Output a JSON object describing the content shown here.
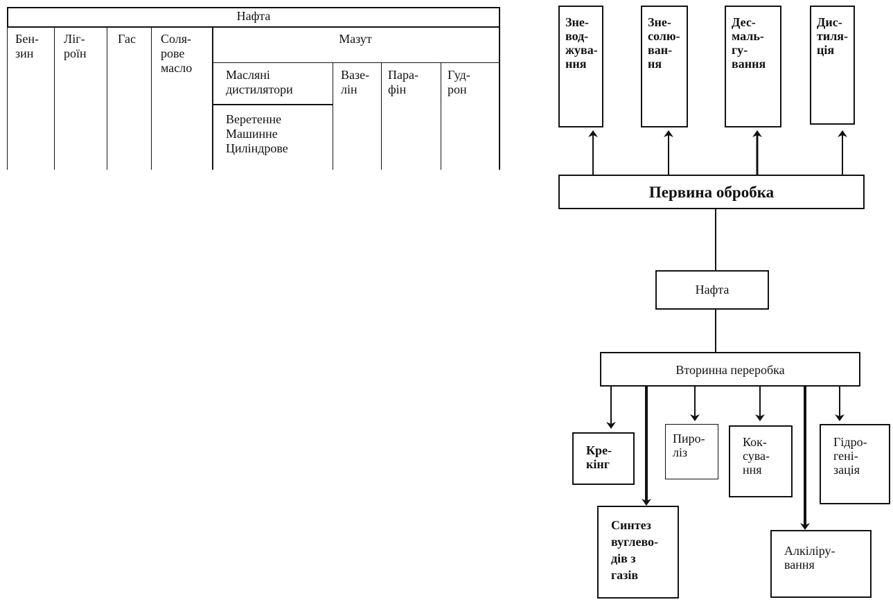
{
  "table": {
    "title": "Нафта",
    "col_benzin": "Бен-\nзин",
    "col_ligroin": "Лiг-\nроїн",
    "col_gas": "Гас",
    "col_solar": "Соля-\nрове\nмасло",
    "mazut": "Мазут",
    "oil_distillates": "Масляні\nдистилятори",
    "oil_types": "Веретенне\nМашинне\nЦиліндрове",
    "vaseline": "Вазе-\nлін",
    "paraffin": "Пара-\nфін",
    "gudron": "Гуд-\nрон"
  },
  "diagram": {
    "top_boxes": [
      "Зне-\nвод-\nжува-\nння",
      "Зне-\nсолю-\nван-\nня",
      "Дес-\nмаль-\nгу-\nвання",
      "Дис-\nтиля-\nція"
    ],
    "primary": "Первина обробка",
    "oil": "Нафта",
    "secondary": "Вторинна переробка",
    "bottom_boxes": [
      "Кре-\nкінг",
      "Синтез\nвуглево-\nдів з\nгазів",
      "Пиро-\nліз",
      "Кок-\nсува-\nння",
      "Алкіліру-\nвання",
      "Гідро-\nгені-\nзація"
    ]
  }
}
